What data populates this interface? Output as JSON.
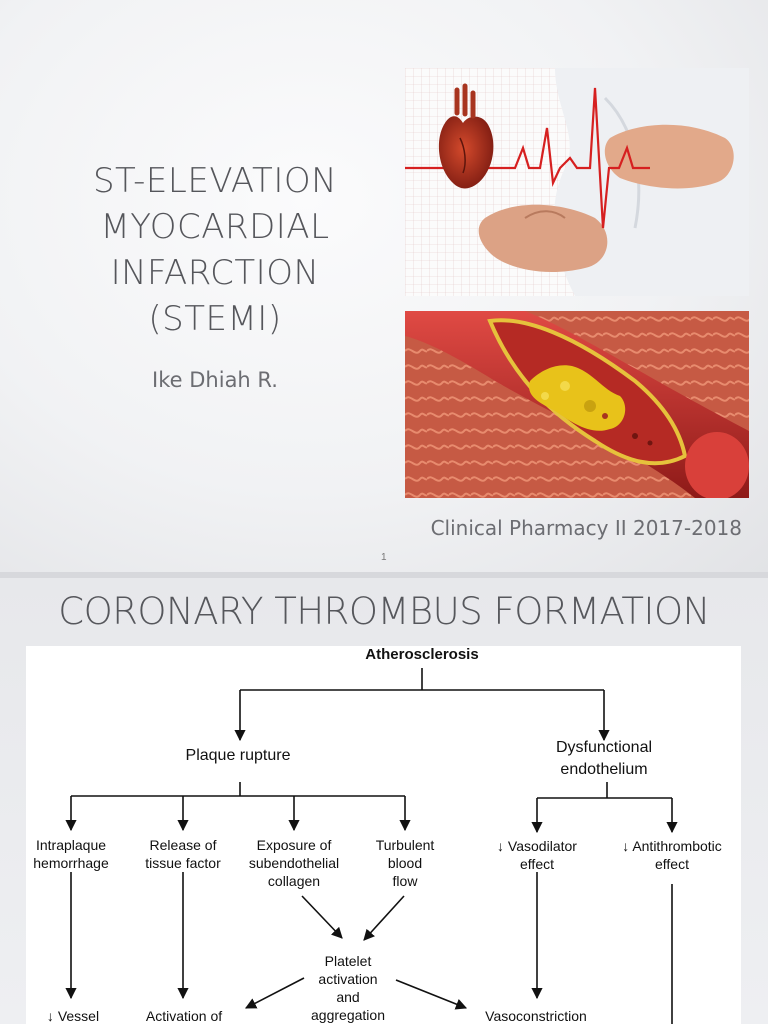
{
  "slide1": {
    "title_lines": [
      "ST-ELEVATION",
      "MYOCARDIAL",
      "INFARCTION",
      "(STEMI)"
    ],
    "author": "Ike Dhiah R.",
    "course": "Clinical Pharmacy II 2017-2018",
    "page_number": "1"
  },
  "slide2": {
    "title": "CORONARY THROMBUS FORMATION",
    "diagram": {
      "root": "Atherosclerosis",
      "plaque_rupture": "Plaque rupture",
      "dysfunctional_endothelium": [
        "Dysfunctional",
        "endothelium"
      ],
      "intraplaque": [
        "Intraplaque",
        "hemorrhage"
      ],
      "tissue_factor": [
        "Release of",
        "tissue factor"
      ],
      "collagen": [
        "Exposure of",
        "subendothelial",
        "collagen"
      ],
      "turbulent": [
        "Turbulent",
        "blood",
        "flow"
      ],
      "vasodilator": [
        "↓ Vasodilator",
        "effect"
      ],
      "antithrombotic": [
        "↓ Antithrombotic",
        "effect"
      ],
      "platelet": [
        "Platelet",
        "activation",
        "and",
        "aggregation"
      ],
      "vessel": "↓ Vessel",
      "activation_of": "Activation of",
      "vasoconstriction": "Vasoconstriction"
    }
  },
  "colors": {
    "ecg_red": "#d62020",
    "plaque_yellow": "#e8c21a",
    "artery_red": "#c5302c"
  }
}
